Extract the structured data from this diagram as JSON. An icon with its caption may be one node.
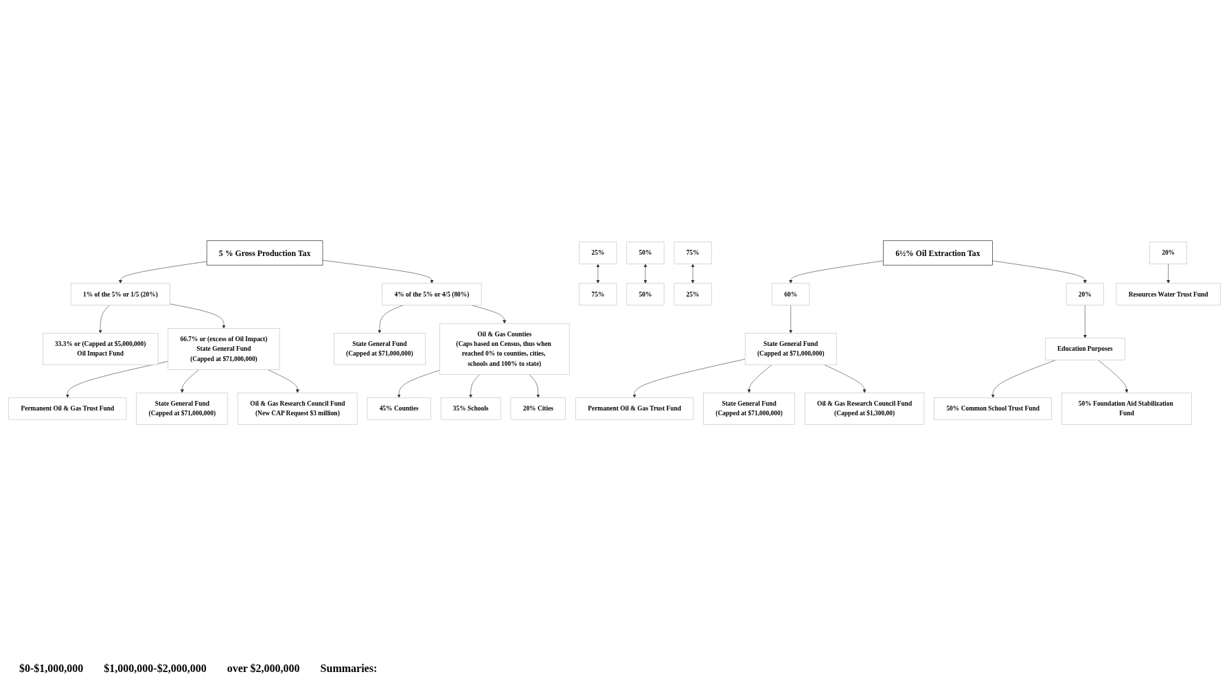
{
  "diagram": {
    "nodes": [
      {
        "text": [
          "5 % Gross Production Tax"
        ]
      },
      {
        "text": [
          "1% of the 5% or 1/5 (20%)"
        ]
      },
      {
        "text": [
          "4% of the 5% or 4/5 (80%)"
        ]
      },
      {
        "text": [
          "33.3% or (Capped at $5,000,000)",
          "Oil Impact Fund"
        ]
      },
      {
        "text": [
          "66.7% or (excess of Oil Impact)",
          "State General Fund",
          "(Capped at $71,000,000)"
        ]
      },
      {
        "text": [
          "State General Fund",
          "(Capped at $71,000,000)"
        ]
      },
      {
        "text": [
          "25%"
        ]
      },
      {
        "text": [
          "50%"
        ]
      },
      {
        "text": [
          "75%"
        ]
      },
      {
        "text": [
          "Oil & Gas Counties",
          "(Caps based on Census, thus when reached 0% to counties, cities, schools and 100% to state)"
        ]
      },
      {
        "text": [
          "75%"
        ]
      },
      {
        "text": [
          "50%"
        ]
      },
      {
        "text": [
          "25%"
        ]
      },
      {
        "text": [
          "45% Counties"
        ]
      },
      {
        "text": [
          "35% Schools"
        ]
      },
      {
        "text": [
          "20% Cities"
        ]
      },
      {
        "text": [
          "Permanent Oil & Gas Trust Fund"
        ]
      },
      {
        "text": [
          "State General Fund",
          "(Capped at $71,000,000)"
        ]
      },
      {
        "text": [
          "Oil & Gas Research Council Fund",
          "(New CAP Request $3 million)"
        ]
      },
      {
        "text": [
          "6½% Oil Extraction Tax"
        ]
      },
      {
        "text": [
          "60%"
        ]
      },
      {
        "text": [
          "20%"
        ]
      },
      {
        "text": [
          "20%"
        ]
      },
      {
        "text": [
          "State General Fund",
          "(Capped at $71,000,000)"
        ]
      },
      {
        "text": [
          "Resources Water Trust Fund"
        ]
      },
      {
        "text": [
          "Education Purposes"
        ]
      },
      {
        "text": [
          "Permanent Oil & Gas Trust Fund"
        ]
      },
      {
        "text": [
          "State General Fund",
          "(Capped at $71,000,000)"
        ]
      },
      {
        "text": [
          "Oil & Gas Research Council Fund",
          "(Capped at $1,300,00)"
        ]
      },
      {
        "text": [
          "50% Common School Trust Fund"
        ]
      },
      {
        "text": [
          "50% Foundation Aid Stabilization Fund"
        ]
      }
    ],
    "edges": [
      {
        "from": 0,
        "to": 1,
        "arrow": "to"
      },
      {
        "from": 0,
        "to": 2,
        "arrow": "to"
      },
      {
        "from": 1,
        "to": 3,
        "arrow": "to"
      },
      {
        "from": 1,
        "to": 4,
        "arrow": "to"
      },
      {
        "from": 2,
        "to": 5,
        "arrow": "to"
      },
      {
        "from": 2,
        "to": 9,
        "arrow": "to"
      },
      {
        "from": 6,
        "to": 10,
        "arrow": "both"
      },
      {
        "from": 7,
        "to": 11,
        "arrow": "both"
      },
      {
        "from": 8,
        "to": 12,
        "arrow": "both"
      },
      {
        "from": 9,
        "to": 13,
        "arrow": "to"
      },
      {
        "from": 9,
        "to": 14,
        "arrow": "to"
      },
      {
        "from": 9,
        "to": 15,
        "arrow": "to"
      },
      {
        "from": 4,
        "to": 16,
        "arrow": "to"
      },
      {
        "from": 4,
        "to": 17,
        "arrow": "to"
      },
      {
        "from": 4,
        "to": 18,
        "arrow": "to"
      },
      {
        "from": 19,
        "to": 20,
        "arrow": "to"
      },
      {
        "from": 19,
        "to": 22,
        "arrow": "to"
      },
      {
        "from": 20,
        "to": 23,
        "arrow": "to"
      },
      {
        "from": 21,
        "to": 24,
        "arrow": "to"
      },
      {
        "from": 22,
        "to": 25,
        "arrow": "to"
      },
      {
        "from": 23,
        "to": 26,
        "arrow": "to"
      },
      {
        "from": 23,
        "to": 27,
        "arrow": "to"
      },
      {
        "from": 23,
        "to": 28,
        "arrow": "to"
      },
      {
        "from": 25,
        "to": 29,
        "arrow": "to"
      },
      {
        "from": 25,
        "to": 30,
        "arrow": "to"
      }
    ],
    "labels": [
      "$0-$1,000,000",
      "$1,000,000-$2,000,000",
      "over $2,000,000",
      "Summaries:"
    ]
  }
}
